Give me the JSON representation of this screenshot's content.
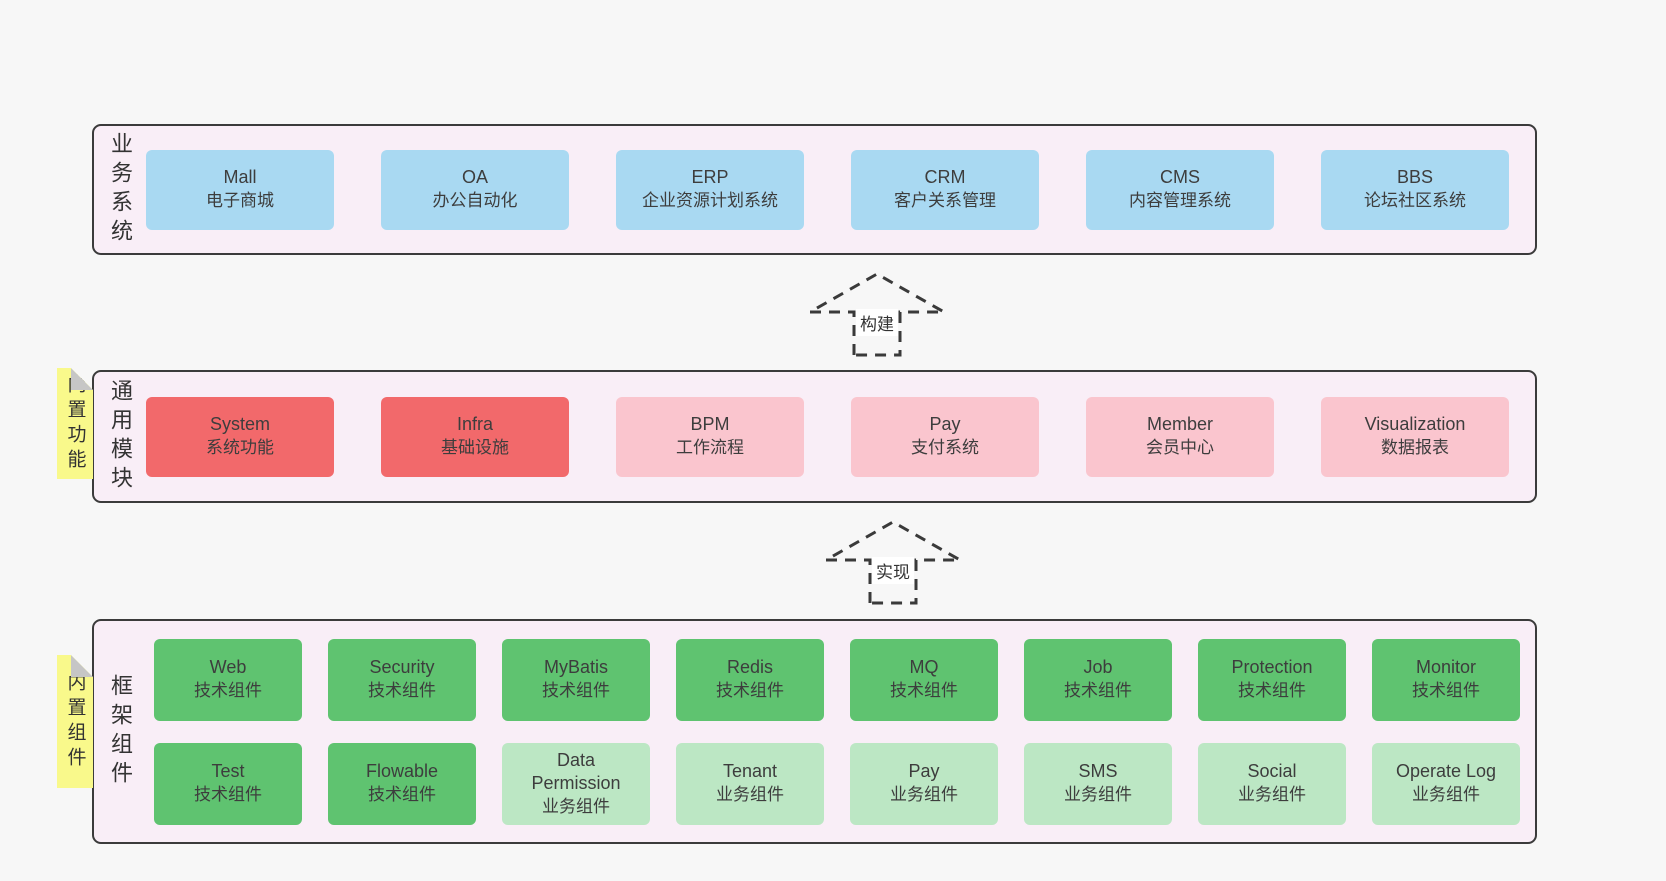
{
  "colors": {
    "page_bg": "#f7f7f7",
    "section_bg": "#f9eef7",
    "section_border": "#3b3b3b",
    "box_blue": "#a9d9f2",
    "box_red": "#f2696b",
    "box_pink": "#fac5ce",
    "box_green": "#5fc370",
    "box_green_light": "#bce7c4",
    "sticky_yellow": "#f9f98b",
    "sticky_fold": "#c6c6c6",
    "arrow": "#3a3a3a",
    "text": "#3d3d3d"
  },
  "arrows": [
    {
      "label": "构建"
    },
    {
      "label": "实现"
    }
  ],
  "sections": [
    {
      "label": "业务系统",
      "tab": null,
      "rows": [
        [
          {
            "name": "Mall",
            "desc": "电子商城",
            "type": "blue"
          },
          {
            "name": "OA",
            "desc": "办公自动化",
            "type": "blue"
          },
          {
            "name": "ERP",
            "desc": "企业资源计划系统",
            "type": "blue"
          },
          {
            "name": "CRM",
            "desc": "客户关系管理",
            "type": "blue"
          },
          {
            "name": "CMS",
            "desc": "内容管理系统",
            "type": "blue"
          },
          {
            "name": "BBS",
            "desc": "论坛社区系统",
            "type": "blue"
          }
        ]
      ]
    },
    {
      "label": "通用模块",
      "tab": "内置功能",
      "rows": [
        [
          {
            "name": "System",
            "desc": "系统功能",
            "type": "red"
          },
          {
            "name": "Infra",
            "desc": "基础设施",
            "type": "red"
          },
          {
            "name": "BPM",
            "desc": "工作流程",
            "type": "pink"
          },
          {
            "name": "Pay",
            "desc": "支付系统",
            "type": "pink"
          },
          {
            "name": "Member",
            "desc": "会员中心",
            "type": "pink"
          },
          {
            "name": "Visualization",
            "desc": "数据报表",
            "type": "pink"
          }
        ]
      ]
    },
    {
      "label": "框架组件",
      "tab": "内置组件",
      "rows": [
        [
          {
            "name": "Web",
            "desc": "技术组件",
            "type": "green"
          },
          {
            "name": "Security",
            "desc": "技术组件",
            "type": "green"
          },
          {
            "name": "MyBatis",
            "desc": "技术组件",
            "type": "green"
          },
          {
            "name": "Redis",
            "desc": "技术组件",
            "type": "green"
          },
          {
            "name": "MQ",
            "desc": "技术组件",
            "type": "green"
          },
          {
            "name": "Job",
            "desc": "技术组件",
            "type": "green"
          },
          {
            "name": "Protection",
            "desc": "技术组件",
            "type": "green"
          },
          {
            "name": "Monitor",
            "desc": "技术组件",
            "type": "green"
          }
        ],
        [
          {
            "name": "Test",
            "desc": "技术组件",
            "type": "green"
          },
          {
            "name": "Flowable",
            "desc": "技术组件",
            "type": "green"
          },
          {
            "name": "Data\nPermission",
            "desc": "业务组件",
            "type": "green-light"
          },
          {
            "name": "Tenant",
            "desc": "业务组件",
            "type": "green-light"
          },
          {
            "name": "Pay",
            "desc": "业务组件",
            "type": "green-light"
          },
          {
            "name": "SMS",
            "desc": "业务组件",
            "type": "green-light"
          },
          {
            "name": "Social",
            "desc": "业务组件",
            "type": "green-light"
          },
          {
            "name": "Operate Log",
            "desc": "业务组件",
            "type": "green-light"
          }
        ]
      ]
    }
  ]
}
